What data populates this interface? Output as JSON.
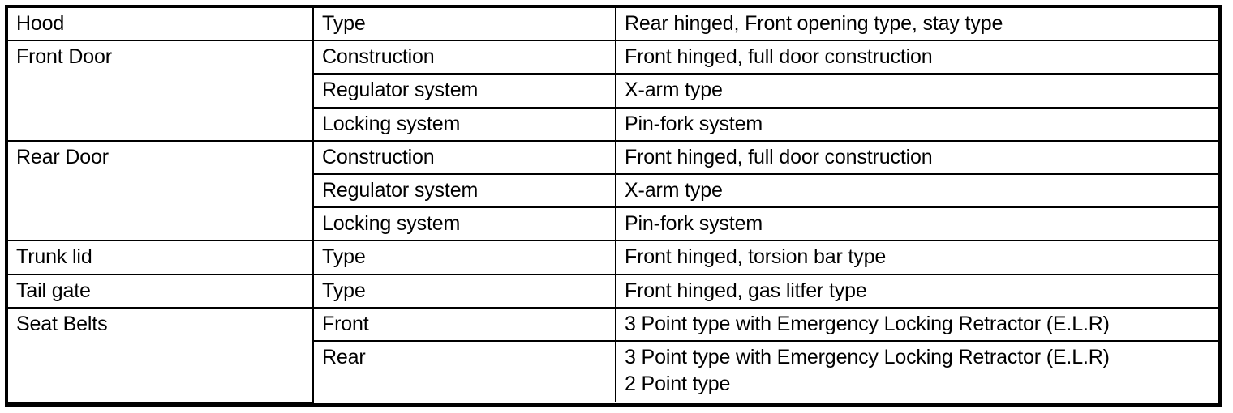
{
  "document": {
    "kind": "specification-table",
    "column_count": 3,
    "row_count": 11,
    "text_color": "#000000",
    "background_color": "#ffffff",
    "border_color": "#000000"
  },
  "table": {
    "rows": [
      {
        "group": "Hood",
        "group_rowspan": 1,
        "item": "Type",
        "detail": "Rear hinged, Front opening type, stay type"
      },
      {
        "group": "Front Door",
        "group_rowspan": 3,
        "item": "Construction",
        "detail": "Front hinged, full door construction"
      },
      {
        "group": null,
        "item": "Regulator system",
        "detail": "X-arm type"
      },
      {
        "group": null,
        "item": "Locking system",
        "detail": "Pin-fork system"
      },
      {
        "group": "Rear Door",
        "group_rowspan": 3,
        "item": "Construction",
        "detail": "Front hinged, full door construction"
      },
      {
        "group": null,
        "item": "Regulator system",
        "detail": "X-arm type"
      },
      {
        "group": null,
        "item": "Locking system",
        "detail": "Pin-fork system"
      },
      {
        "group": "Trunk lid",
        "group_rowspan": 1,
        "item": "Type",
        "detail": "Front hinged, torsion bar type"
      },
      {
        "group": "Tail gate",
        "group_rowspan": 1,
        "item": "Type",
        "detail": "Front hinged, gas litfer type"
      },
      {
        "group": "Seat Belts",
        "group_rowspan": 2,
        "item": "Front",
        "detail": "3 Point type with Emergency Locking Retractor (E.L.R)"
      },
      {
        "group": null,
        "item": "Rear",
        "detail": "3 Point type with Emergency Locking Retractor (E.L.R)\n2 Point type"
      }
    ]
  }
}
